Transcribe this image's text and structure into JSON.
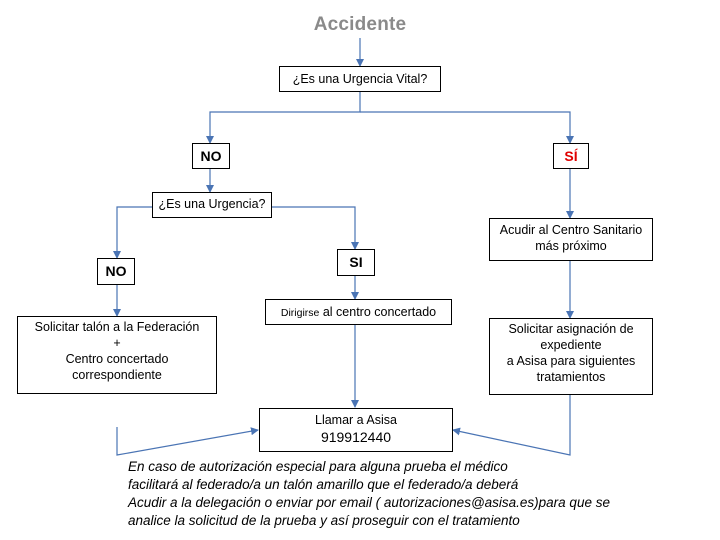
{
  "title": "Accidente",
  "nodes": {
    "q_vital": "¿Es una Urgencia Vital?",
    "label_no_left": "NO",
    "label_si_right": "SÍ",
    "q_urgencia": "¿Es una Urgencia?",
    "label_no_inner": "NO",
    "label_si_inner": "SI",
    "acudir_centro": [
      "Acudir al Centro Sanitario",
      "más próximo"
    ],
    "solicitar_talon": [
      "Solicitar talón a la Federación",
      "+",
      "Centro concertado",
      "correspondiente"
    ],
    "dirigirse_prefix": "Dirigirse",
    "dirigirse_rest": " al centro concertado",
    "solicitar_asignacion": [
      "Solicitar asignación de",
      "expediente",
      "a Asisa  para siguientes",
      "tratamientos"
    ],
    "llamar_label": "Llamar a  Asisa",
    "llamar_phone": "919912440"
  },
  "note_lines": [
    "En caso de autorización especial para alguna prueba el médico",
    "facilitará al federado/a un talón amarillo que el federado/a deberá",
    "Acudir a la delegación  o enviar por email ( autorizaciones@asisa.es)para que se",
    "analice la solicitud de la prueba y así proseguir con el tratamiento"
  ],
  "colors": {
    "connector": "#4a74b4",
    "title": "#8a8a8a",
    "si_highlight": "#e00000"
  }
}
